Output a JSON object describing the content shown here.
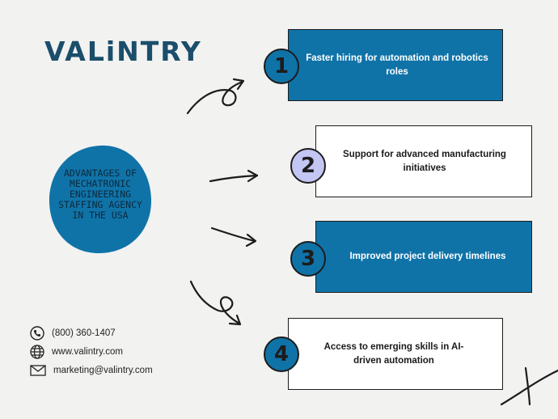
{
  "brand": {
    "logo_text": "VALiNTRY"
  },
  "center": {
    "title": "Advantages of Mechatronic Engineering Staffing Agency in the USA"
  },
  "items": [
    {
      "number": "1",
      "text": "Faster hiring for automation and robotics roles"
    },
    {
      "number": "2",
      "text": "Support for advanced manufacturing initiatives"
    },
    {
      "number": "3",
      "text": "Improved project delivery timelines"
    },
    {
      "number": "4",
      "text": "Access to emerging skills in AI-driven automation"
    }
  ],
  "contact": {
    "phone": "(800) 360-1407",
    "website": "www.valintry.com",
    "email": "marketing@valintry.com"
  },
  "colors": {
    "primary_blue": "#1073a8",
    "lavender": "#c3c6f3",
    "logo": "#1a4e6b"
  },
  "icons": [
    "phone-icon",
    "globe-icon",
    "mail-icon"
  ]
}
